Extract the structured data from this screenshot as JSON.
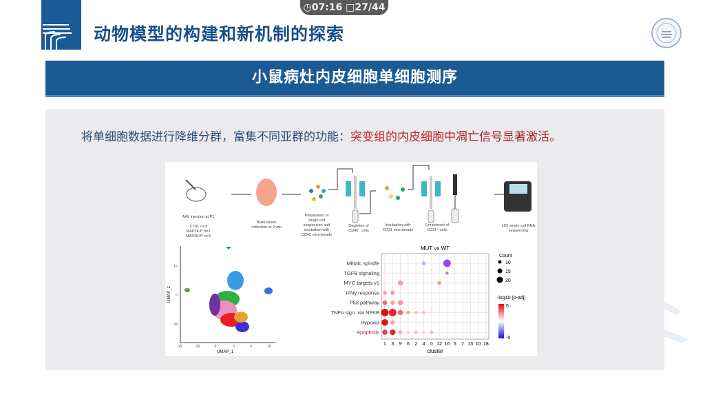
{
  "timer": {
    "time": "07:16",
    "page": "27/44"
  },
  "header": {
    "title": "动物模型的构建和新机制的探索"
  },
  "banner": {
    "title": "小鼠病灶内皮细胞单细胞测序"
  },
  "subtitle": {
    "part1": "将单细胞数据进行降维分群，富集不同亚群的功能：",
    "part2": "突变组的内皮细胞中",
    "part3": "凋亡信号显著激活。"
  },
  "pipeline": [
    {
      "text": "AAV injection at P1"
    },
    {
      "text": "CTRL n=3\nMAP2K3ᴾ n=3\nMAP2K3ᴷᴵ n=3"
    },
    {
      "text": "Brain tissue\ncollection at 3 wpi"
    },
    {
      "text": "Preparation of\nsingle cell\nsuspension and\nincubation with\nCD45 microbeads"
    },
    {
      "text": "Depletion of\nCD45⁺ cells"
    },
    {
      "text": "Incubation with\nCD31 microbeads"
    },
    {
      "text": "Enrichment of\nCD31⁺ cells"
    },
    {
      "text": "10X single cell RNA\nsequencing"
    }
  ],
  "umap": {
    "xlabel": "UMAP_1",
    "ylabel": "UMAP_2",
    "xticks": [
      "-15",
      "-10",
      "-5",
      "0",
      "5",
      "10"
    ],
    "yticks": [
      "10",
      "0",
      "-10"
    ]
  },
  "chart_data": {
    "type": "scatter",
    "title": "MUT vs WT",
    "xlabel": "cluster",
    "categories": [
      "1",
      "3",
      "9",
      "6",
      "2",
      "4",
      "0",
      "12",
      "16",
      "5",
      "7",
      "13",
      "10",
      "18"
    ],
    "pathways": [
      "Mitotic spindle",
      "TGFB signaling",
      "MYC targets v1",
      "IFNγ response",
      "P53 pathway",
      "TNFα sign. via NFKB",
      "Hypoxia",
      "Apoptosis"
    ],
    "highlight": "Apoptosis",
    "points": [
      {
        "pathway": "Mitotic spindle",
        "cluster": "4",
        "count": 12,
        "logp": -2
      },
      {
        "pathway": "Mitotic spindle",
        "cluster": "16",
        "count": 20,
        "logp": -4.5
      },
      {
        "pathway": "TGFB signaling",
        "cluster": "16",
        "count": 10,
        "logp": -3.5
      },
      {
        "pathway": "MYC targets v1",
        "cluster": "9",
        "count": 15,
        "logp": 2
      },
      {
        "pathway": "MYC targets v1",
        "cluster": "12",
        "count": 12,
        "logp": 2
      },
      {
        "pathway": "IFNγ response",
        "cluster": "1",
        "count": 12,
        "logp": 2
      },
      {
        "pathway": "IFNγ response",
        "cluster": "3",
        "count": 13,
        "logp": 2
      },
      {
        "pathway": "P53 pathway",
        "cluster": "1",
        "count": 14,
        "logp": 3
      },
      {
        "pathway": "P53 pathway",
        "cluster": "3",
        "count": 13,
        "logp": 2
      },
      {
        "pathway": "P53 pathway",
        "cluster": "9",
        "count": 15,
        "logp": 2
      },
      {
        "pathway": "TNFα sign. via NFKB",
        "cluster": "1",
        "count": 20,
        "logp": 5
      },
      {
        "pathway": "TNFα sign. via NFKB",
        "cluster": "3",
        "count": 20,
        "logp": 4.5
      },
      {
        "pathway": "TNFα sign. via NFKB",
        "cluster": "9",
        "count": 15,
        "logp": 3
      },
      {
        "pathway": "TNFα sign. via NFKB",
        "cluster": "6",
        "count": 11,
        "logp": 2
      },
      {
        "pathway": "TNFα sign. via NFKB",
        "cluster": "2",
        "count": 10,
        "logp": 1.5
      },
      {
        "pathway": "TNFα sign. via NFKB",
        "cluster": "4",
        "count": 10,
        "logp": 1.5
      },
      {
        "pathway": "Hypoxia",
        "cluster": "1",
        "count": 18,
        "logp": 5
      },
      {
        "pathway": "Hypoxia",
        "cluster": "3",
        "count": 13,
        "logp": 2
      },
      {
        "pathway": "Apoptosis",
        "cluster": "1",
        "count": 15,
        "logp": 4
      },
      {
        "pathway": "Apoptosis",
        "cluster": "3",
        "count": 16,
        "logp": 4.5
      },
      {
        "pathway": "Apoptosis",
        "cluster": "9",
        "count": 13,
        "logp": 1.5
      },
      {
        "pathway": "Apoptosis",
        "cluster": "6",
        "count": 10,
        "logp": 1
      },
      {
        "pathway": "Apoptosis",
        "cluster": "2",
        "count": 10,
        "logp": 1.5
      },
      {
        "pathway": "Apoptosis",
        "cluster": "4",
        "count": 9,
        "logp": 1
      },
      {
        "pathway": "Apoptosis",
        "cluster": "0",
        "count": 11,
        "logp": 1.5
      }
    ],
    "size_legend": {
      "title": "Count",
      "values": [
        "10",
        "15",
        "20"
      ]
    },
    "color_legend": {
      "title": "-log10 (p-adj)",
      "max": "5",
      "min": "-5",
      "high_color": "#e01010",
      "mid_color": "#ffffff",
      "low_color": "#1010e0"
    }
  }
}
